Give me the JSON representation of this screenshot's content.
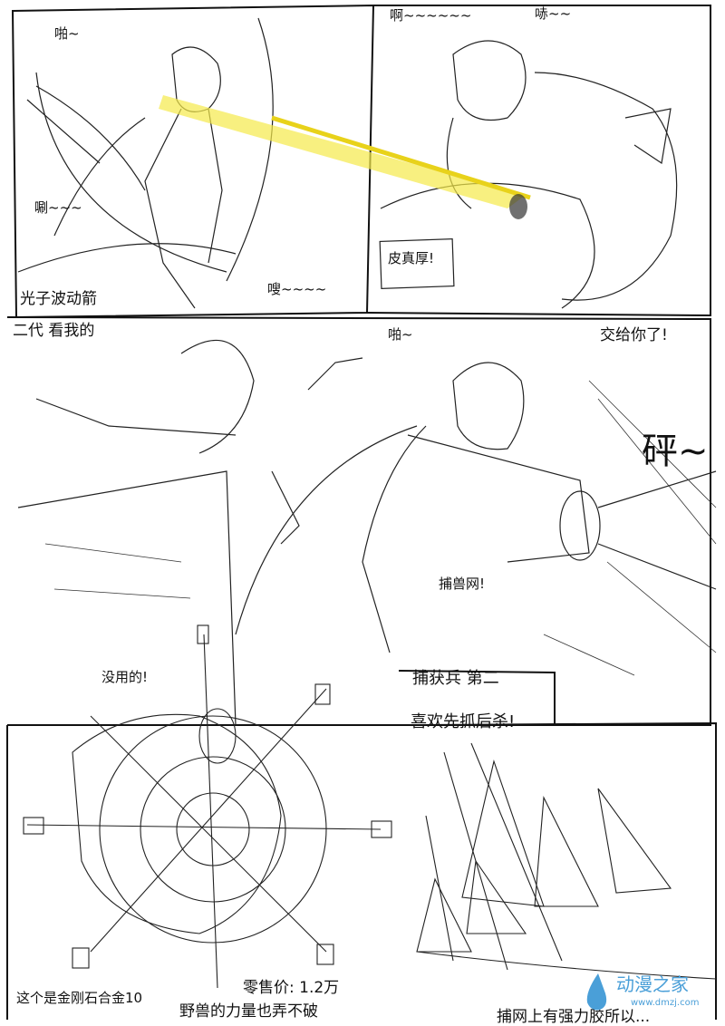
{
  "panel1": {
    "sfx_pa": "啪~",
    "sfx_shua": "唰~~~",
    "sfx_sou": "嗖~~~~",
    "caption_line1": "光子波动箭",
    "caption_line2": "二代 看我的"
  },
  "panel2": {
    "sfx_a": "啊~~~~~~",
    "sfx_he": "哧~~",
    "speech": "皮真厚!"
  },
  "panel3": {
    "sfx_pa": "啪~",
    "speech": "交给你了!",
    "sfx_peng": "砰~",
    "net_label": "捕兽网!",
    "caption_line1": "捕获兵 第二",
    "caption_line2": "喜欢先抓后杀!"
  },
  "panel4": {
    "speech": "没用的!",
    "note_material": "这个是金刚石合金10",
    "price": "零售价: 1.2万",
    "note_strength": "野兽的力量也弄不破"
  },
  "panel5": {
    "caption": "捕网上有强力胶所以..."
  },
  "watermark": {
    "title": "动漫之家",
    "url": "www.dmzj.com"
  },
  "colors": {
    "ink": "#111111",
    "beam": "#f5e94a",
    "beam_core": "#e8d21a",
    "watermark": "#4a9fd8"
  }
}
